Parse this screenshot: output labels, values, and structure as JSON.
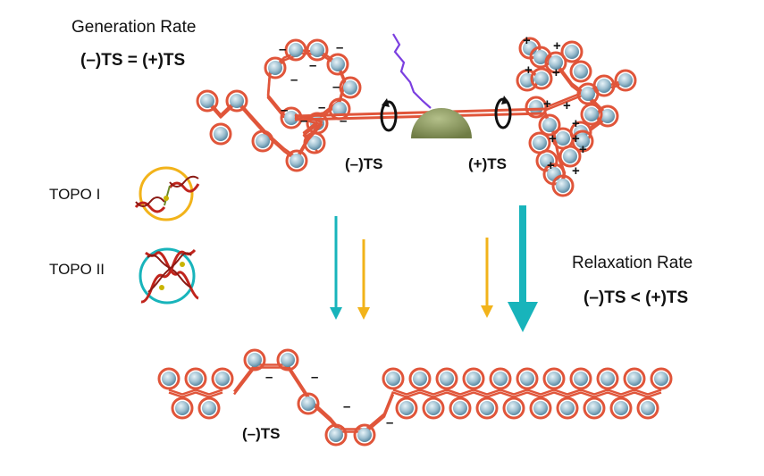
{
  "generation": {
    "title": "Generation Rate",
    "formula": "(–)TS = (+)TS"
  },
  "relaxation": {
    "title": "Relaxation Rate",
    "formula": "(–)TS < (+)TS"
  },
  "labels": {
    "neg_ts": "(–)TS",
    "pos_ts": "(+)TS",
    "bottom_neg_ts": "(–)TS"
  },
  "enzymes": {
    "topo1": "TOPO I",
    "topo2": "TOPO II"
  },
  "signs": {
    "neg": "–",
    "pos": "+"
  },
  "colors": {
    "dna": "#e0553a",
    "bead_fill": "#8fb4c8",
    "polymerase": "#8e9b63",
    "rna": "#7b3fe0",
    "topo1": "#f2b31a",
    "topo2": "#18b4bb",
    "enzyme_dna": "#c0241c"
  }
}
